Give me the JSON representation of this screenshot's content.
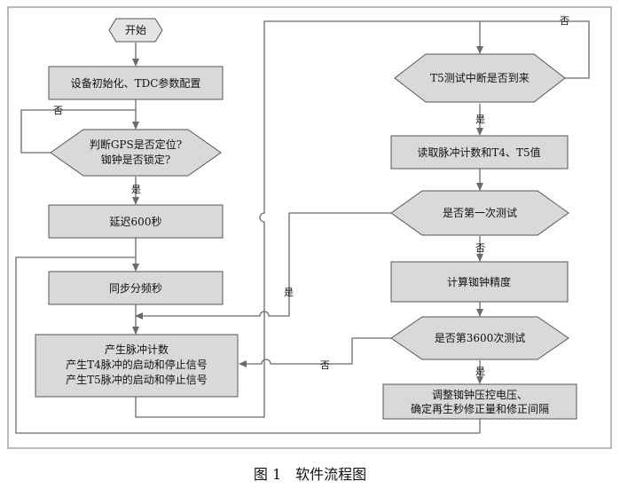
{
  "diagram": {
    "nodes": {
      "start": "开始",
      "init": "设备初始化、TDC参数配置",
      "gps_check": [
        "判断GPS是否定位?",
        "铷钟是否锁定?"
      ],
      "delay": "延迟600秒",
      "sync": "同步分频秒",
      "pulse_gen": [
        "产生脉冲计数",
        "产生T4脉冲的启动和停止信号",
        "产生T5脉冲的启动和停止信号"
      ],
      "t5_interrupt": "T5测试中断是否到来",
      "read_values": "读取脉冲计数和T4、T5值",
      "first_test": "是否第一次测试",
      "calc_accuracy": "计算铷钟精度",
      "test_3600": "是否第3600次测试",
      "adjust": [
        "调整铷钟压控电压、",
        "确定再生秒修正量和修正间隔"
      ]
    },
    "edge_labels": {
      "gps_no": "否",
      "gps_yes": "是",
      "t5_no": "否",
      "t5_yes": "是",
      "first_yes": "是",
      "first_no": "否",
      "n3600_no": "否",
      "n3600_yes": "是"
    }
  },
  "caption": "图 1　软件流程图",
  "colors": {
    "box_fill": "#d9d9d9",
    "box_stroke": "#555555",
    "line": "#6b6b6b"
  }
}
